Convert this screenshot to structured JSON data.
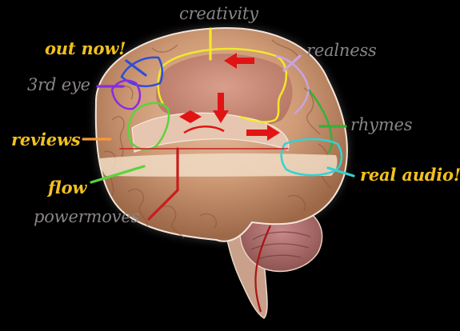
{
  "diagram": {
    "labels": [
      {
        "id": "creativity",
        "text": "creativity",
        "color": "#8a8585",
        "line_color": "#f2e82a"
      },
      {
        "id": "out-now",
        "text": "out now!",
        "color": "#f2c01f",
        "line_color": "#2c4fd8"
      },
      {
        "id": "realness",
        "text": "realness",
        "color": "#8a8585",
        "line_color": "#c9a3e0"
      },
      {
        "id": "third-eye",
        "text": "3rd eye",
        "color": "#8a8585",
        "line_color": "#8a2be2"
      },
      {
        "id": "rhymes",
        "text": "rhymes",
        "color": "#8a8585",
        "line_color": "#35b03a"
      },
      {
        "id": "reviews",
        "text": "reviews",
        "color": "#f2c01f",
        "line_color": "#f59a3a"
      },
      {
        "id": "flow",
        "text": "flow",
        "color": "#f2c01f",
        "line_color": "#5ad43c"
      },
      {
        "id": "real-audio",
        "text": "real audio!",
        "color": "#f2c01f",
        "line_color": "#33d3d3"
      },
      {
        "id": "powermoves",
        "text": "powermoves",
        "color": "#8a8585",
        "line_color": "#c81d1d"
      }
    ],
    "arrow_color": "#e01414",
    "brain_color": "#d2a07c"
  }
}
